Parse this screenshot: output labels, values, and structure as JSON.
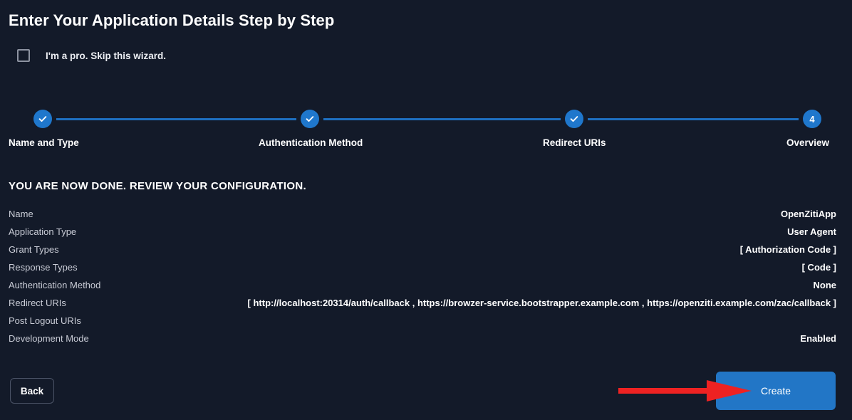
{
  "page": {
    "title": "Enter Your Application Details Step by Step"
  },
  "skip_wizard": {
    "label": "I'm a pro. Skip this wizard.",
    "checked": false
  },
  "stepper": {
    "steps": [
      {
        "label": "Name and Type",
        "state": "complete",
        "marker": "check"
      },
      {
        "label": "Authentication Method",
        "state": "complete",
        "marker": "check"
      },
      {
        "label": "Redirect URIs",
        "state": "complete",
        "marker": "check"
      },
      {
        "label": "Overview",
        "state": "active",
        "marker": "4"
      }
    ],
    "accent_color": "#1f77cc",
    "line_color": "#1e6fc0"
  },
  "review": {
    "heading": "YOU ARE NOW DONE. REVIEW YOUR CONFIGURATION.",
    "rows": [
      {
        "label": "Name",
        "value": "OpenZitiApp"
      },
      {
        "label": "Application Type",
        "value": "User Agent"
      },
      {
        "label": "Grant Types",
        "value": "[ Authorization Code ]"
      },
      {
        "label": "Response Types",
        "value": "[ Code ]"
      },
      {
        "label": "Authentication Method",
        "value": "None"
      },
      {
        "label": "Redirect URIs",
        "value": "[ http://localhost:20314/auth/callback , https://browzer-service.bootstrapper.example.com , https://openziti.example.com/zac/callback ]"
      },
      {
        "label": "Post Logout URIs",
        "value": ""
      },
      {
        "label": "Development Mode",
        "value": "Enabled"
      }
    ]
  },
  "footer": {
    "back_label": "Back",
    "create_label": "Create",
    "create_color": "#2276c6"
  },
  "annotation": {
    "arrow_color": "#ee2222",
    "points_to": "create-button"
  }
}
